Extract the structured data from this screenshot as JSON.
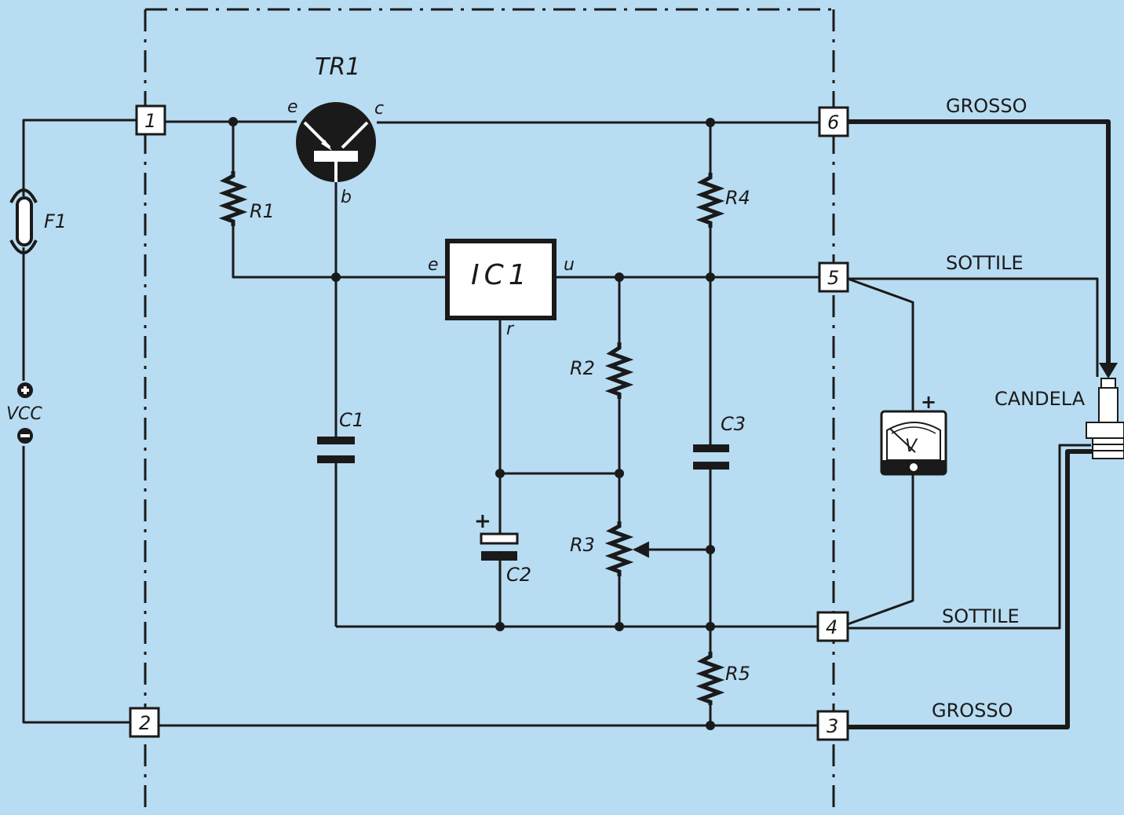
{
  "components": {
    "transistor": {
      "label": "TR1",
      "emitter": "e",
      "collector": "c",
      "base": "b"
    },
    "ic": {
      "label": "IC1",
      "input": "e",
      "output": "u",
      "ref": "r"
    },
    "r1": "R1",
    "r2": "R2",
    "r3": "R3",
    "r4": "R4",
    "r5": "R5",
    "c1": "C1",
    "c2": "C2",
    "c3": "C3",
    "fuse": "F1",
    "supply": "VCC",
    "c2_polarity": "+",
    "meter_polarity": "+",
    "meter_symbol": "V",
    "load": "CANDELA"
  },
  "terminals": {
    "t1": "1",
    "t2": "2",
    "t3": "3",
    "t4": "4",
    "t5": "5",
    "t6": "6"
  },
  "wires": {
    "thick_top": "GROSSO",
    "thin_top": "SOTTILE",
    "thin_bottom": "SOTTILE",
    "thick_bottom": "GROSSO"
  },
  "colors": {
    "background": "#b8dcf2",
    "ink": "#1a1a1a"
  }
}
